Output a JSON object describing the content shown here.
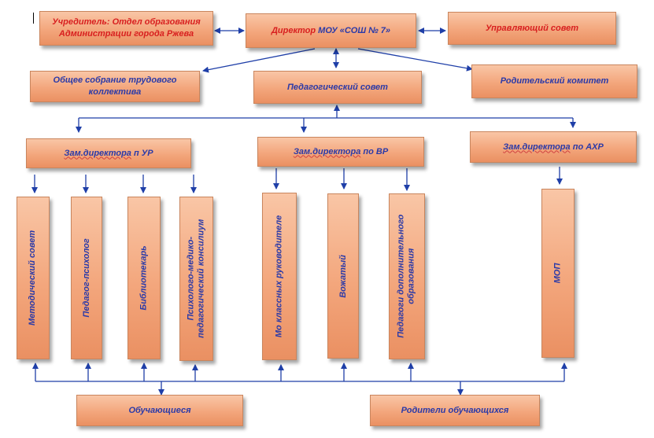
{
  "diagram": {
    "founder": {
      "prefix": "Учредитель:",
      "line1": "Отдел образования",
      "line2": "Администрации города Ржева"
    },
    "director": {
      "prefix": "Директор",
      "rest": "МОУ «СОШ № 7»"
    },
    "governing_council": "Управляющий совет",
    "general_meeting": {
      "line1": "Общее собрание трудового",
      "line2": "коллектива"
    },
    "pedagogical_council": "Педагогический совет",
    "parents_committee": "Родительский комитет",
    "deputy_ur": {
      "title": "Зам.директора",
      "rest": "п УР"
    },
    "deputy_vr": {
      "title": "Зам.директора",
      "rest": "по ВР"
    },
    "deputy_ahr": {
      "title": "Зам.директора",
      "rest": "по АХР"
    },
    "methodical_council": "Методический совет",
    "psychologist": "Педагог-психолог",
    "librarian": "Библиотекарь",
    "pmp_council": {
      "line1": "Психолого-медико-",
      "line2": "педагогический консилиум"
    },
    "class_teachers": "Мо классных руководителе",
    "counselor": "Вожатый",
    "additional_education": {
      "line1": "Педагоги дополнительного",
      "line2": "образования"
    },
    "mop": "МОП",
    "students": "Обучающиеся",
    "parents": "Родители обучающихся"
  },
  "colors": {
    "box_text": "#2b3aa8",
    "accent_text": "#d81f1f",
    "line": "#1f3fa8"
  }
}
